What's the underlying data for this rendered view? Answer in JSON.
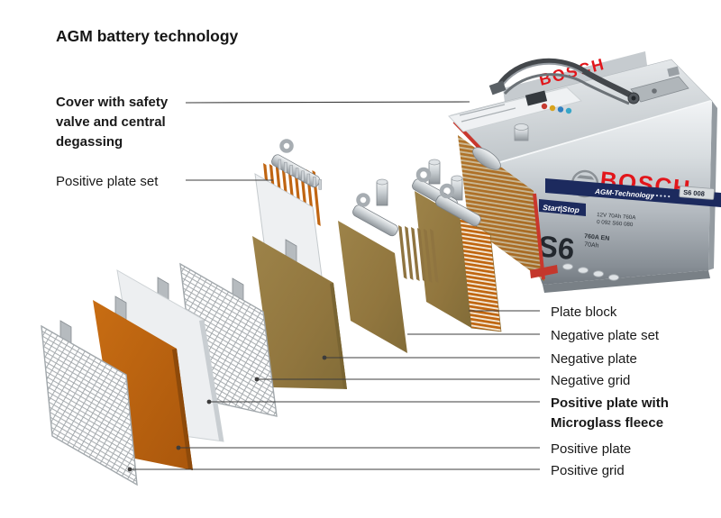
{
  "title": "AGM battery technology",
  "labels": {
    "cover_line1": "Cover with safety",
    "cover_line2": "valve and central",
    "cover_line3": "degassing",
    "positive_plate_set": "Positive plate set",
    "plate_block": "Plate block",
    "negative_plate_set": "Negative plate set",
    "negative_plate": "Negative plate",
    "negative_grid": "Negative grid",
    "positive_plate_fleece_1": "Positive plate with",
    "positive_plate_fleece_2": "Microglass fleece",
    "positive_plate": "Positive plate",
    "positive_grid": "Positive grid"
  },
  "battery": {
    "brand": "BOSCH",
    "brand_back": "BOSCH",
    "model": "S6",
    "band_text": "AGM-Technology",
    "band_symbols": "● ● ● ● ●",
    "badge": "S6 008",
    "start_stop": "Start|Stop",
    "spec_line1": "760A EN",
    "spec_line2": "70Ah",
    "print_line1": "12V 70Ah 760A",
    "print_line2": "0 092 S60 080"
  },
  "colors": {
    "bosch_red": "#e2161b",
    "navy_band": "#1c2a5e",
    "positive_plate_orange": "#c0650f",
    "lead_plate_brown": "#93783f",
    "leader_line": "#3c3c3c",
    "text": "#191919"
  }
}
